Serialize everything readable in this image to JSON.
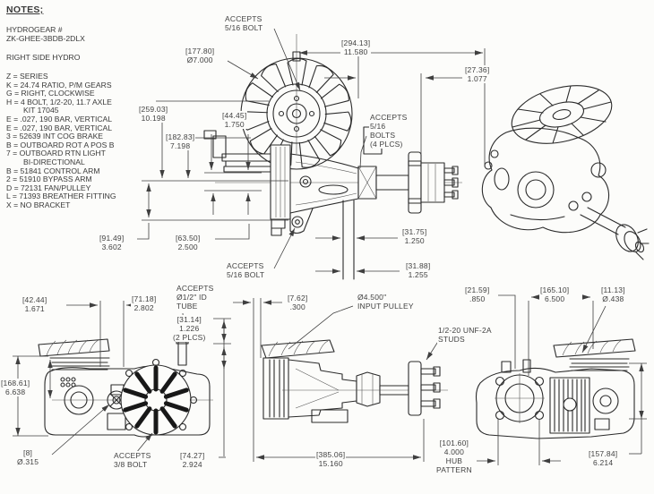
{
  "notes": {
    "title": "NOTES;",
    "part_label": "HYDROGEAR #",
    "part_number": "ZK-GHEE-3BDB-2DLX",
    "orientation": "RIGHT SIDE HYDRO",
    "legend": [
      "Z = SERIES",
      "K = 24.74 RATIO, P/M GEARS",
      "G = RIGHT, CLOCKWISE",
      "H = 4 BOLT, 1/2-20, 11.7 AXLE",
      "KIT 17045",
      "E = .027, 190 BAR, VERTICAL",
      "E = .027, 190 BAR, VERTICAL",
      "3 = 52639 INT COG BRAKE",
      "B = OUTBOARD ROT A POS B",
      "7 = OUTBOARD RTN LIGHT",
      "BI-DIRECTIONAL",
      "B = 51841 CONTROL ARM",
      "2 = 51910 BYPASS ARM",
      "D = 72131 FAN/PULLEY",
      "L = 71393 BREATHER FITTING",
      "X = NO BRACKET"
    ]
  },
  "callouts": {
    "fan_bolt_top": [
      "ACCEPTS",
      "5/16 BOLT"
    ],
    "side_bolts": [
      "ACCEPTS",
      "5/16",
      "BOLTS",
      "(4 PLCS)"
    ],
    "lower_bolt": [
      "ACCEPTS",
      "5/16 BOLT"
    ],
    "id_tube": [
      "ACCEPTS",
      "Ø1/2\" ID",
      "TUBE"
    ],
    "bolt_38": [
      "ACCEPTS",
      "3/8 BOLT"
    ],
    "input_pulley": [
      "Ø4.500\"",
      "INPUT PULLEY"
    ],
    "studs": [
      "1/2-20 UNF-2A",
      "STUDS"
    ]
  },
  "dims": {
    "fan_diameter": {
      "mm": "[177.80]",
      "in": "Ø7.000"
    },
    "overall_width": {
      "mm": "[294.13]",
      "in": "11.580"
    },
    "hub_offset": {
      "mm": "[27.36]",
      "in": "1.077"
    },
    "height_overall": {
      "mm": "[259.03]",
      "in": "10.198"
    },
    "height_upper": {
      "mm": "[182.83]",
      "in": "7.198"
    },
    "fan_gap": {
      "mm": "[44.45]",
      "in": "1.750"
    },
    "axle_height": {
      "mm": "[91.49]",
      "in": "3.602"
    },
    "lower_gap": {
      "mm": "[63.50]",
      "in": "2.500"
    },
    "shaft_a": {
      "mm": "[31.75]",
      "in": "1.250"
    },
    "shaft_b": {
      "mm": "[31.88]",
      "in": "1.255"
    },
    "fan_edge": {
      "mm": "[42.44]",
      "in": "1.671"
    },
    "pulley_offset": {
      "mm": "[71.18]",
      "in": "2.802"
    },
    "tube_gap": {
      "mm": "[31.14]",
      "in": "1.226",
      "note": "(2 PLCS)"
    },
    "side_height": {
      "mm": "[168.61]",
      "in": "6.638"
    },
    "brake_hole": {
      "mm": "[8]",
      "in": "Ø.315"
    },
    "mount_width": {
      "mm": "[74.27]",
      "in": "2.924"
    },
    "belt_offset": {
      "mm": "[7.62]",
      "in": ".300"
    },
    "overall_length": {
      "mm": "[385.06]",
      "in": "15.160"
    },
    "hub_pattern": {
      "mm": "[101.60]",
      "in": "4.000",
      "l3": "HUB",
      "l4": "PATTERN"
    },
    "arm_offset": {
      "mm": "[21.59]",
      "in": ".850"
    },
    "rear_width": {
      "mm": "[165.10]",
      "in": "6.500"
    },
    "pulley_hole": {
      "mm": "[11.13]",
      "in": "Ø.438"
    },
    "rear_height": {
      "mm": "[157.84]",
      "in": "6.214"
    }
  }
}
